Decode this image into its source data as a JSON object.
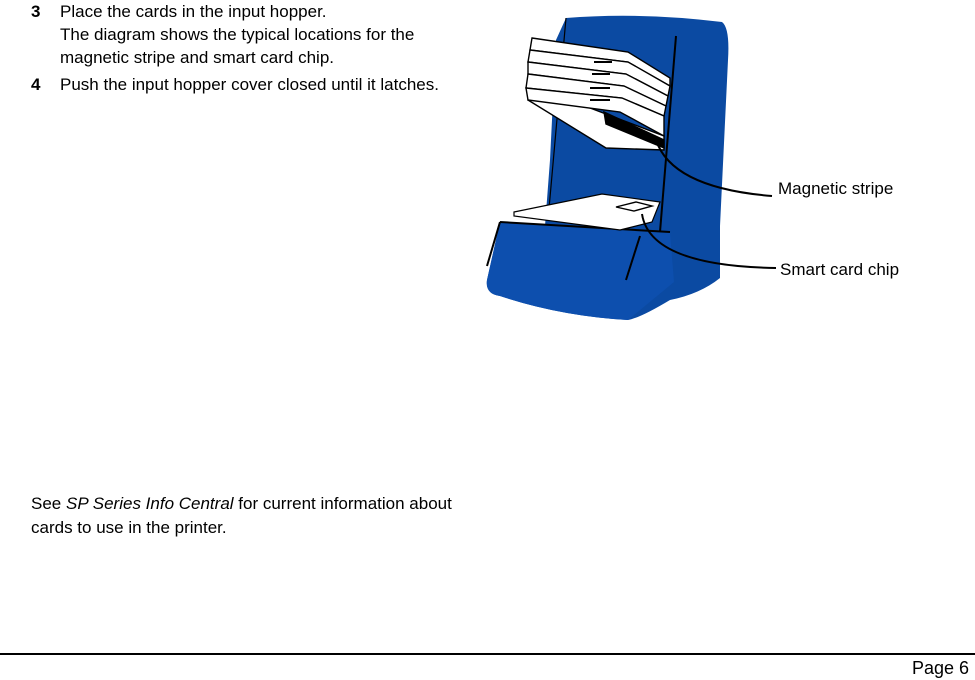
{
  "steps": [
    {
      "number": "3",
      "line1": "Place the cards in the input hopper.",
      "line2": "The diagram shows the typical locations for the magnetic stripe and smart card chip."
    },
    {
      "number": "4",
      "line1": "Push the input hopper cover closed until it latches."
    }
  ],
  "note": {
    "prefix": "See ",
    "emphasis": "SP Series Info Central",
    "suffix": " for current information about cards to use in the printer."
  },
  "diagram": {
    "callouts": {
      "magnetic_stripe": "Magnetic stripe",
      "smart_card_chip": "Smart card chip"
    },
    "colors": {
      "hopper_blue": "#0b4aa2",
      "card_white": "#ffffff",
      "outline": "#000000"
    }
  },
  "footer": {
    "page_label": "Page 6"
  }
}
